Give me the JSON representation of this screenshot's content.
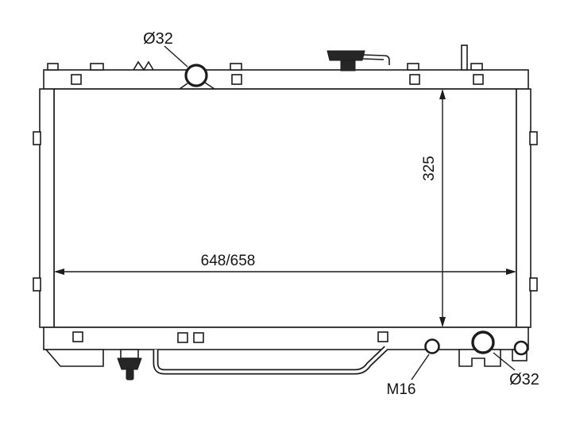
{
  "diagram": {
    "kind": "radiator-technical-line-drawing",
    "background": "#ffffff",
    "ink_color": "#1c1c1c",
    "labels": {
      "top_port_diameter": "Ø32",
      "overall_width": "648/658",
      "core_height": "325",
      "drain_thread": "M16",
      "bottom_port_diameter": "Ø32"
    }
  }
}
